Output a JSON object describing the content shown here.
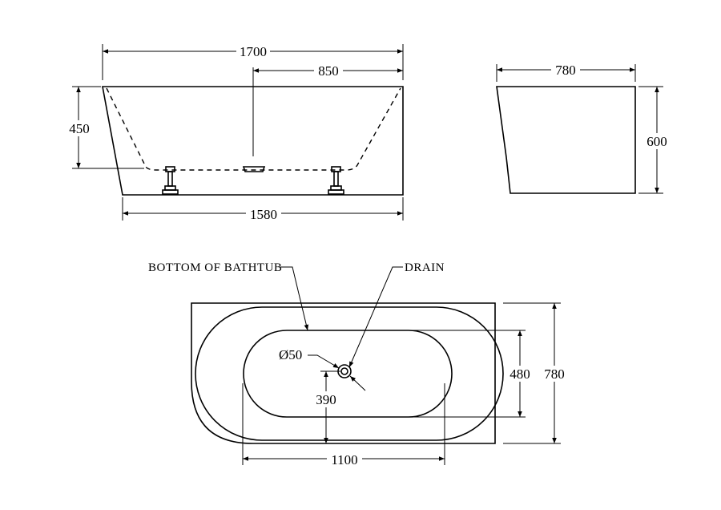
{
  "front_view": {
    "overall_length": "1700",
    "drain_offset": "850",
    "depth": "450",
    "base_length": "1580"
  },
  "side_view": {
    "width": "780",
    "height": "600"
  },
  "plan_view": {
    "bottom_label": "BOTTOM OF BATHTUB",
    "drain_label": "DRAIN",
    "drain_diameter": "Ø50",
    "drain_position": "390",
    "inner_width": "480",
    "overall_width": "780",
    "inner_length": "1100"
  }
}
